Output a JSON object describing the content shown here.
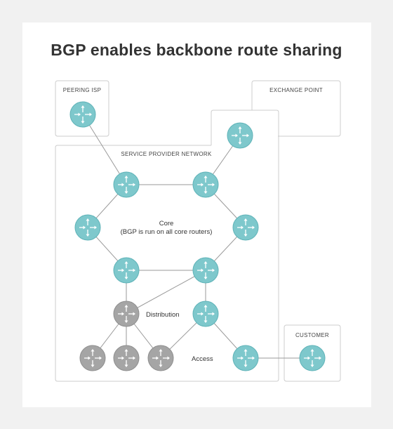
{
  "title": "BGP enables backbone route sharing",
  "labels": {
    "peering_isp": "PEERING ISP",
    "exchange_point": "EXCHANGE POINT",
    "service_provider": "SERVICE PROVIDER NETWORK",
    "customer": "CUSTOMER",
    "core": "Core",
    "core_note": "(BGP is run on all core routers)",
    "distribution": "Distribution",
    "access": "Access"
  },
  "colors": {
    "teal_router": "#7ec8cc",
    "teal_stroke": "#5fb3b8",
    "gray_router": "#a5a5a5",
    "gray_stroke": "#8f8f8f",
    "box_border": "#cccccc",
    "link": "#9a9a9a"
  },
  "routers": [
    {
      "id": "peering",
      "kind": "teal"
    },
    {
      "id": "exchange",
      "kind": "teal"
    },
    {
      "id": "core-top-left",
      "kind": "teal"
    },
    {
      "id": "core-top-right",
      "kind": "teal"
    },
    {
      "id": "core-left",
      "kind": "teal"
    },
    {
      "id": "core-right",
      "kind": "teal"
    },
    {
      "id": "core-bottom-left",
      "kind": "teal"
    },
    {
      "id": "core-bottom-right",
      "kind": "teal"
    },
    {
      "id": "distribution-gray",
      "kind": "gray"
    },
    {
      "id": "distribution-teal",
      "kind": "teal"
    },
    {
      "id": "access-gray-1",
      "kind": "gray"
    },
    {
      "id": "access-gray-2",
      "kind": "gray"
    },
    {
      "id": "access-gray-3",
      "kind": "gray"
    },
    {
      "id": "access-teal",
      "kind": "teal"
    },
    {
      "id": "customer",
      "kind": "teal"
    }
  ],
  "links": [
    [
      "peering",
      "core-top-left"
    ],
    [
      "exchange",
      "core-top-right"
    ],
    [
      "core-top-left",
      "core-top-right"
    ],
    [
      "core-top-left",
      "core-left"
    ],
    [
      "core-top-right",
      "core-right"
    ],
    [
      "core-left",
      "core-bottom-left"
    ],
    [
      "core-right",
      "core-bottom-right"
    ],
    [
      "core-bottom-left",
      "core-bottom-right"
    ],
    [
      "core-bottom-left",
      "distribution-gray"
    ],
    [
      "core-bottom-right",
      "distribution-gray"
    ],
    [
      "core-bottom-right",
      "distribution-teal"
    ],
    [
      "distribution-gray",
      "access-gray-1"
    ],
    [
      "distribution-gray",
      "access-gray-2"
    ],
    [
      "distribution-gray",
      "access-gray-3"
    ],
    [
      "distribution-teal",
      "access-gray-3"
    ],
    [
      "distribution-teal",
      "access-teal"
    ],
    [
      "access-teal",
      "customer"
    ]
  ]
}
